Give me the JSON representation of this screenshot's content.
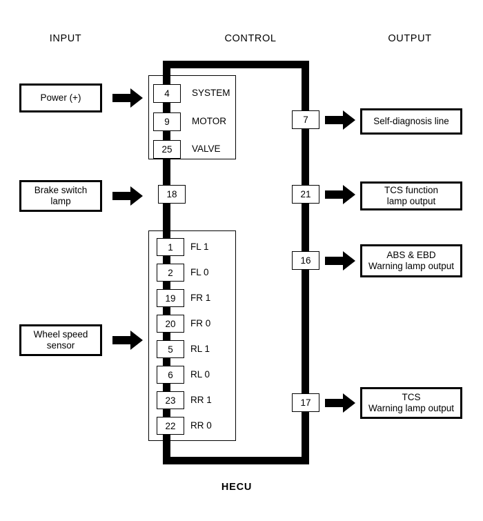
{
  "diagram": {
    "title": "HECU",
    "columns": [
      {
        "label": "INPUT"
      },
      {
        "label": "CONTROL"
      },
      {
        "label": "OUTPUT"
      }
    ],
    "footer_label": "HECU",
    "colors": {
      "line": "#000000",
      "background": "#ffffff",
      "box_fill": "#ffffff"
    }
  },
  "inputs": [
    {
      "label": "Power (+)",
      "lines": [
        "Power (+)"
      ]
    },
    {
      "label": "Brake switch lamp",
      "lines": [
        "Brake switch",
        "lamp"
      ]
    },
    {
      "label": "Wheel speed sensor",
      "lines": [
        "Wheel speed",
        "sensor"
      ]
    }
  ],
  "control": {
    "groups": [
      {
        "name": "power-group",
        "pins": [
          {
            "number": "4",
            "name": "SYSTEM"
          },
          {
            "number": "9",
            "name": "MOTOR"
          },
          {
            "number": "25",
            "name": "VALVE"
          }
        ]
      },
      {
        "name": "brake-switch-group",
        "pins": [
          {
            "number": "18",
            "name": ""
          }
        ]
      },
      {
        "name": "wheel-speed-group",
        "pins": [
          {
            "number": "1",
            "name": "FL 1"
          },
          {
            "number": "2",
            "name": "FL 0"
          },
          {
            "number": "19",
            "name": "FR 1"
          },
          {
            "number": "20",
            "name": "FR 0"
          },
          {
            "number": "5",
            "name": "RL 1"
          },
          {
            "number": "6",
            "name": "RL 0"
          },
          {
            "number": "23",
            "name": "RR 1"
          },
          {
            "number": "22",
            "name": "RR 0"
          }
        ]
      }
    ]
  },
  "outputs": [
    {
      "pin": "7",
      "label": "Self-diagnosis line",
      "lines": [
        "Self-diagnosis line"
      ]
    },
    {
      "pin": "21",
      "label": "TCS function lamp output",
      "lines": [
        "TCS function",
        "lamp output"
      ]
    },
    {
      "pin": "16",
      "label": "ABS & EBD Warning lamp output",
      "lines": [
        "ABS & EBD",
        "Warning lamp output"
      ]
    },
    {
      "pin": "17",
      "label": "TCS Warning lamp output",
      "lines": [
        "TCS",
        "Warning lamp output"
      ]
    }
  ]
}
